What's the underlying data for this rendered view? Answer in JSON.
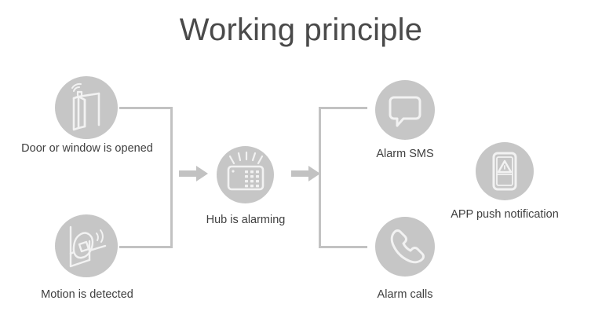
{
  "page": {
    "title": "Working principle",
    "background_color": "#ffffff",
    "title_color": "#4a4a4a",
    "circle_color": "#c6c6c6",
    "line_color": "#c2c2c2",
    "icon_color": "#f2f2f2",
    "caption_color": "#3f3f3f"
  },
  "diagram": {
    "type": "flow",
    "inputs": [
      {
        "id": "door-sensor",
        "label": "Door or window is opened",
        "icon": "door-window-sensor-icon"
      },
      {
        "id": "motion-sensor",
        "label": "Motion is detected",
        "icon": "motion-sensor-icon"
      }
    ],
    "hub": {
      "id": "hub",
      "label": "Hub is alarming",
      "icon": "alarm-hub-icon"
    },
    "outputs": [
      {
        "id": "alarm-sms",
        "label": "Alarm SMS",
        "icon": "message-bubble-icon"
      },
      {
        "id": "alarm-calls",
        "label": "Alarm calls",
        "icon": "phone-handset-icon"
      },
      {
        "id": "app-push",
        "label": "APP push notification",
        "icon": "smartphone-alert-icon"
      }
    ],
    "connectors": [
      {
        "id": "inputs-bracket",
        "kind": "bracket"
      },
      {
        "id": "input-to-hub-arrow",
        "kind": "arrow"
      },
      {
        "id": "hub-to-outputs-arrow",
        "kind": "arrow"
      },
      {
        "id": "outputs-bracket",
        "kind": "bracket"
      }
    ]
  }
}
